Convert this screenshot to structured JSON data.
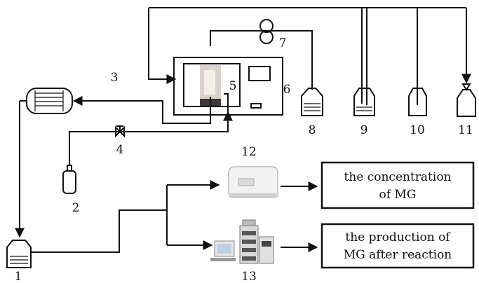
{
  "labels": {
    "n1": "1",
    "n2": "2",
    "n3": "3",
    "n4": "4",
    "n5": "5",
    "n6": "6",
    "n7": "7",
    "n8": "8",
    "n9": "9",
    "n10": "10",
    "n11": "11",
    "n12": "12",
    "n13": "13"
  },
  "boxes": {
    "concentration": {
      "line1": "the concentration",
      "line2": "of MG"
    },
    "production": {
      "line1": "the production of",
      "line2": "MG after reaction"
    }
  }
}
